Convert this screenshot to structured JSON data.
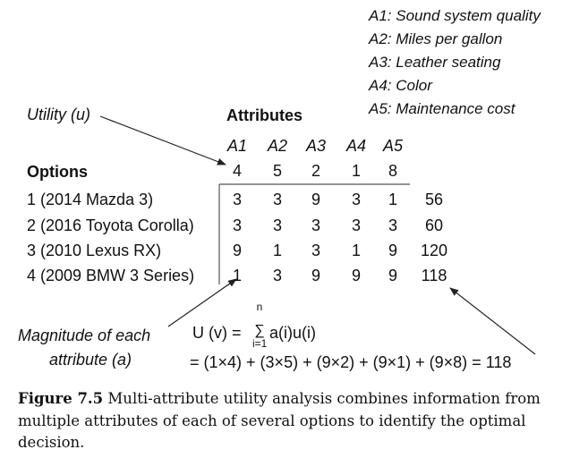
{
  "legend": [
    "A1: Sound system quality",
    "A2: Miles per gallon",
    "A3: Leather seating",
    "A4: Color",
    "A5: Maintenance cost"
  ],
  "labels": {
    "utility": "Utility (u)",
    "attributes": "Attributes",
    "options": "Options",
    "magnitude_line1": "Magnitude of each",
    "magnitude_line2": "attribute (a)"
  },
  "table": {
    "columns": [
      "A1",
      "A2",
      "A3",
      "A4",
      "A5"
    ],
    "utilities": [
      "4",
      "5",
      "2",
      "1",
      "8"
    ],
    "rows": [
      {
        "option": "1 (2014 Mazda 3)",
        "values": [
          "3",
          "3",
          "9",
          "3",
          "1"
        ],
        "total": "56"
      },
      {
        "option": "2 (2016 Toyota Corolla)",
        "values": [
          "3",
          "3",
          "3",
          "3",
          "3"
        ],
        "total": "60"
      },
      {
        "option": "3 (2010 Lexus RX)",
        "values": [
          "9",
          "1",
          "3",
          "1",
          "9"
        ],
        "total": "120"
      },
      {
        "option": "4 (2009 BMW 3 Series)",
        "values": [
          "1",
          "3",
          "9",
          "9",
          "9"
        ],
        "total": "118"
      }
    ]
  },
  "formula": {
    "lhs": "U (v) =",
    "sum_symbol": "∑",
    "sum_upper": "n",
    "sum_lower": "i=1",
    "rhs": "a(i)u(i)",
    "expansion": "= (1×4) + (3×5) + (9×2) + (9×1) + (9×8) = 118"
  },
  "caption": {
    "label": "Figure 7.5",
    "text": " Multi-attribute utility analysis combines information from multiple attributes of each of several options to identify the optimal decision."
  }
}
